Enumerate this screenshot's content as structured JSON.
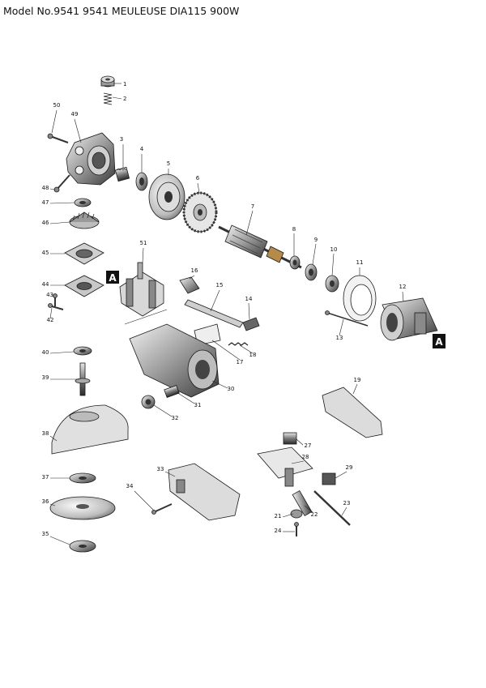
{
  "title": "Model No.9541 9541 MEULEUSE DIA115 900W",
  "parts": [
    {
      "id": "1",
      "icon": "cap-nut-icon"
    },
    {
      "id": "2",
      "icon": "spring-icon"
    },
    {
      "id": "3",
      "icon": "pinion-gear-icon"
    },
    {
      "id": "4",
      "icon": "bearing-icon"
    },
    {
      "id": "5",
      "icon": "baffle-plate-icon"
    },
    {
      "id": "6",
      "icon": "fan-icon"
    },
    {
      "id": "7",
      "icon": "armature-icon"
    },
    {
      "id": "8",
      "icon": "bearing-icon"
    },
    {
      "id": "9",
      "icon": "bearing-icon"
    },
    {
      "id": "10",
      "icon": "bearing-box-icon"
    },
    {
      "id": "11",
      "icon": "insulation-ring-icon"
    },
    {
      "id": "12",
      "icon": "field-stator-icon"
    },
    {
      "id": "13",
      "icon": "screw-icon"
    },
    {
      "id": "14",
      "icon": "clip-icon"
    },
    {
      "id": "15",
      "icon": "switch-lever-icon"
    },
    {
      "id": "16",
      "icon": "lever-icon"
    },
    {
      "id": "17",
      "icon": "plate-icon"
    },
    {
      "id": "18",
      "icon": "spring-icon"
    },
    {
      "id": "19",
      "icon": "rear-cover-icon"
    },
    {
      "id": "21",
      "icon": "strain-relief-icon"
    },
    {
      "id": "22",
      "icon": "cord-guard-icon"
    },
    {
      "id": "23",
      "icon": "cord-icon"
    },
    {
      "id": "24",
      "icon": "screw-icon"
    },
    {
      "id": "27",
      "icon": "switch-icon"
    },
    {
      "id": "28",
      "icon": "brush-holder-icon"
    },
    {
      "id": "29",
      "icon": "noise-suppressor-icon"
    },
    {
      "id": "30",
      "icon": "motor-housing-icon"
    },
    {
      "id": "31",
      "icon": "brush-holder-cap-icon"
    },
    {
      "id": "32",
      "icon": "carbon-brush-icon"
    },
    {
      "id": "33",
      "icon": "handle-cover-icon"
    },
    {
      "id": "34",
      "icon": "screw-icon"
    },
    {
      "id": "35",
      "icon": "lock-nut-icon"
    },
    {
      "id": "36",
      "icon": "grinding-wheel-icon"
    },
    {
      "id": "37",
      "icon": "inner-flange-icon"
    },
    {
      "id": "38",
      "icon": "wheel-guard-icon"
    },
    {
      "id": "39",
      "icon": "spindle-icon"
    },
    {
      "id": "40",
      "icon": "bearing-icon"
    },
    {
      "id": "42",
      "icon": "screw-icon"
    },
    {
      "id": "43",
      "icon": "screw-icon"
    },
    {
      "id": "44",
      "icon": "bearing-box-icon"
    },
    {
      "id": "45",
      "icon": "bearing-retainer-icon"
    },
    {
      "id": "46",
      "icon": "spiral-bevel-gear-icon"
    },
    {
      "id": "47",
      "icon": "bearing-icon"
    },
    {
      "id": "48",
      "icon": "screw-icon"
    },
    {
      "id": "49",
      "icon": "gear-housing-icon"
    },
    {
      "id": "50",
      "icon": "screw-icon"
    },
    {
      "id": "51",
      "icon": "brush-holder-icon"
    }
  ],
  "markers": [
    {
      "label": "A"
    },
    {
      "label": "A"
    }
  ]
}
